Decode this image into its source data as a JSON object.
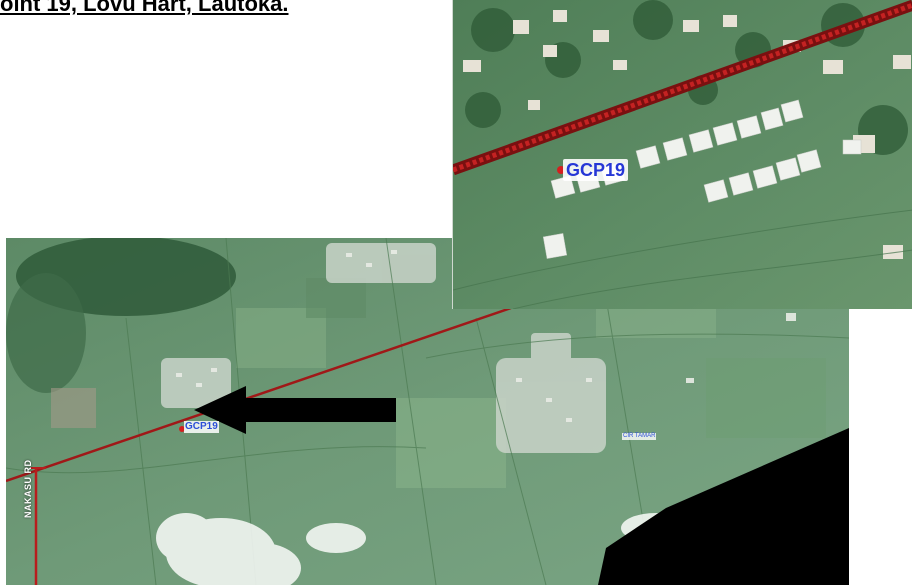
{
  "title": "oint 19, Lovu Hart, Lautoka.",
  "main_map": {
    "gcp_label": "GCP19",
    "settlement_label": "CIR TAMAR",
    "road_label": "NAKASU RD"
  },
  "inset_map": {
    "gcp_label": "GCP19"
  },
  "colors": {
    "boundary_line": "#a01818",
    "road_line": "#b81d1d",
    "gcp_marker": "#d41f1f",
    "label_text": "#2c4fd8",
    "arrow": "#000000",
    "no_data_area": "#000000"
  },
  "icons": [
    "arrow-left-icon",
    "gcp-marker-icon"
  ]
}
